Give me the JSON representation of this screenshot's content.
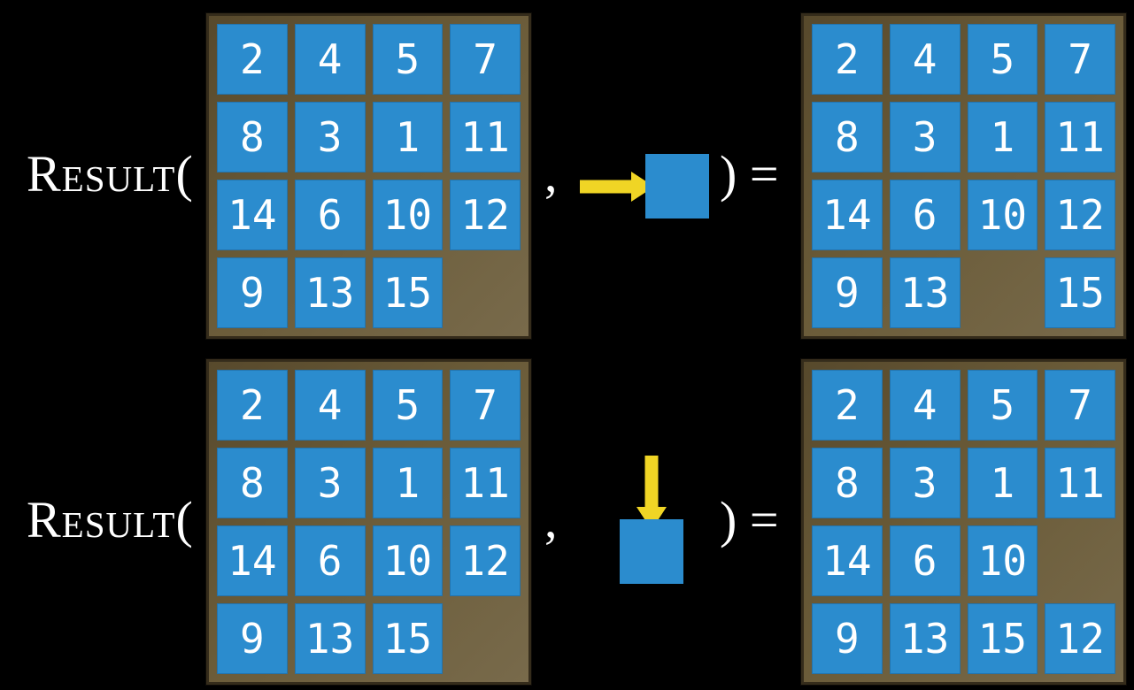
{
  "colors": {
    "background": "#000000",
    "tile_blue": "#2b8cce",
    "tile_number": "#ffffff",
    "frame_brown": "#6a5b38",
    "frame_brown_dark": "#57492c",
    "frame_brown_light": "#786a4b",
    "frame_border": "#352c1b",
    "arrow_yellow": "#f0d525",
    "text": "#ffffff"
  },
  "function": {
    "label": "Result(",
    "comma": ",",
    "close_equals": ") ="
  },
  "rows": [
    {
      "name": "slide-tile-right-example",
      "action": "slide-tile-right",
      "action_icon": "arrow-right-icon",
      "input_grid": "initial",
      "output_grid": "after_slide_right"
    },
    {
      "name": "slide-tile-down-example",
      "action": "slide-tile-down",
      "action_icon": "arrow-down-icon",
      "input_grid": "initial",
      "output_grid": "after_slide_down"
    }
  ],
  "grids": {
    "initial": [
      [
        "2",
        "4",
        "5",
        "7"
      ],
      [
        "8",
        "3",
        "1",
        "11"
      ],
      [
        "14",
        "6",
        "10",
        "12"
      ],
      [
        "9",
        "13",
        "15",
        ""
      ]
    ],
    "after_slide_right": [
      [
        "2",
        "4",
        "5",
        "7"
      ],
      [
        "8",
        "3",
        "1",
        "11"
      ],
      [
        "14",
        "6",
        "10",
        "12"
      ],
      [
        "9",
        "13",
        "",
        "15"
      ]
    ],
    "after_slide_down": [
      [
        "2",
        "4",
        "5",
        "7"
      ],
      [
        "8",
        "3",
        "1",
        "11"
      ],
      [
        "14",
        "6",
        "10",
        ""
      ],
      [
        "9",
        "13",
        "15",
        "12"
      ]
    ]
  }
}
